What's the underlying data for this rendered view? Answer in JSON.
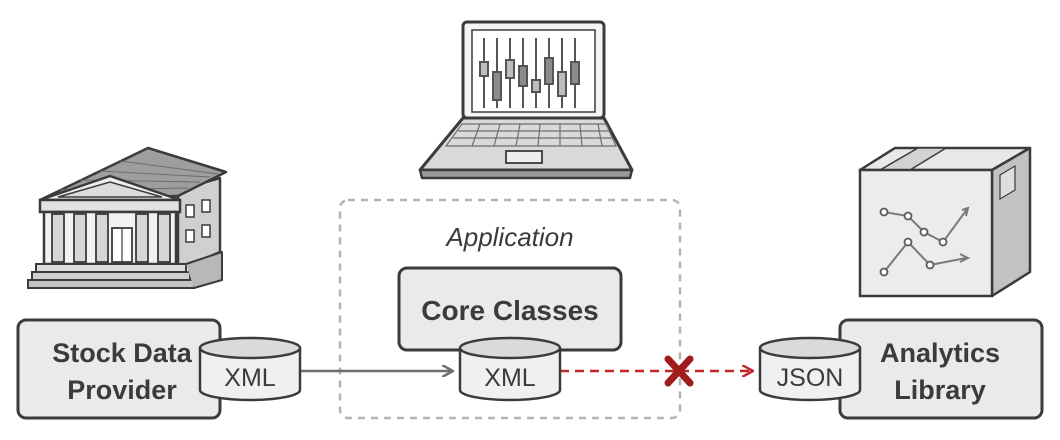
{
  "diagram": {
    "application_label": "Application",
    "core": {
      "label": "Core Classes"
    },
    "provider": {
      "line1": "Stock Data",
      "line2": "Provider",
      "format": "XML"
    },
    "core_format": "XML",
    "library": {
      "line1": "Analytics",
      "line2": "Library",
      "format": "JSON"
    }
  },
  "icons": [
    "laptop-icon",
    "bank-building-icon",
    "analytics-box-icon"
  ],
  "colors": {
    "box_fill": "#eaeaea",
    "outline": "#3b3b3b",
    "connector": "#6e6e6e",
    "incompatible_link": "#c0272d",
    "cross": "#a01c1c",
    "dashed_border": "#b4b4b4"
  }
}
